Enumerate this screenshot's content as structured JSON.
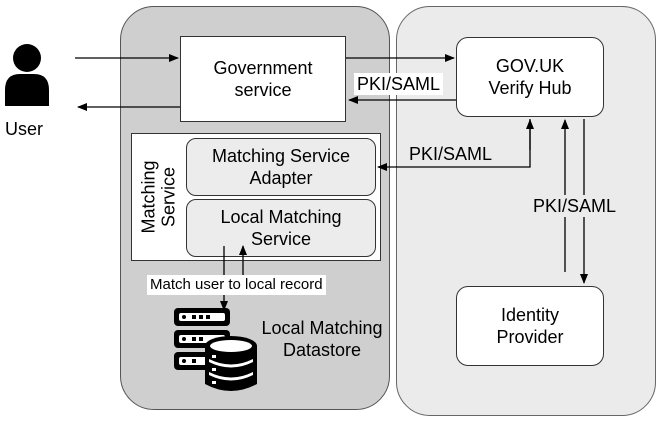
{
  "user": {
    "label": "User",
    "icon": "person-icon"
  },
  "government_service": {
    "label": "Government service"
  },
  "matching_service": {
    "group_label": "Matching Service",
    "adapter_label": "Matching Service Adapter",
    "local_label": "Local Matching Service"
  },
  "verify_hub": {
    "label": "GOV.UK Verify Hub"
  },
  "identity_provider": {
    "label": "Identity Provider"
  },
  "datastore": {
    "label": "Local Matching Datastore",
    "icon": "database-server-icon"
  },
  "edges": {
    "gov_to_hub": "PKI/SAML",
    "adapter_to_hub": "PKI/SAML",
    "hub_to_idp": "PKI/SAML",
    "match_record": "Match user to local record"
  },
  "colors": {
    "left_panel": "#cfcfcf",
    "right_panel": "#ebebeb",
    "stroke": "#000000"
  }
}
